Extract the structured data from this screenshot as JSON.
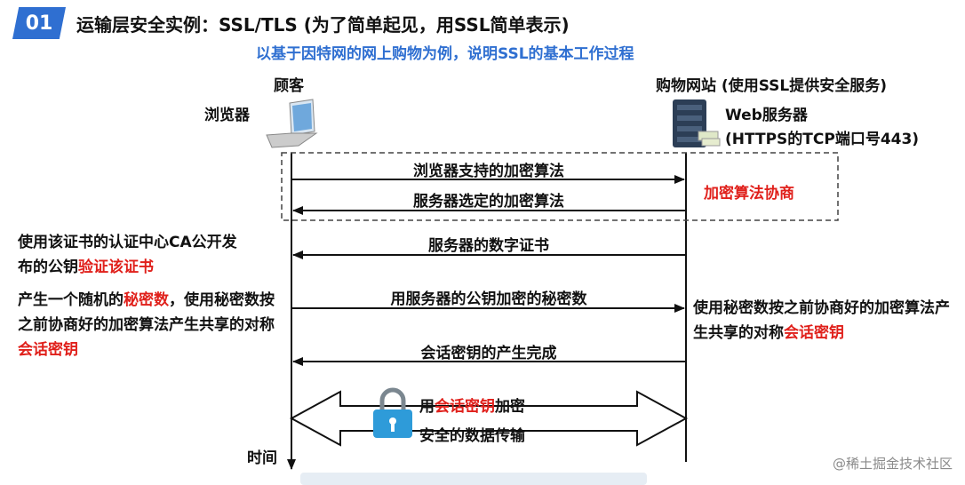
{
  "header": {
    "badge": "01",
    "title": "运输层安全实例：SSL/TLS (为了简单起见，用SSL简单表示)",
    "subtitle": "以基于因特网的网上购物为例，说明SSL的基本工作过程"
  },
  "actors": {
    "client": "顾客",
    "browser": "浏览器",
    "site": "购物网站 (使用SSL提供安全服务)",
    "server_line1": "Web服务器",
    "server_line2": "(HTTPS的TCP端口号443)"
  },
  "negotiation": "加密算法协商",
  "messages": [
    "浏览器支持的加密算法",
    "服务器选定的加密算法",
    "服务器的数字证书",
    "用服务器的公钥加密的秘密数",
    "会话密钥的产生完成"
  ],
  "left_notes": {
    "cert_pre": "使用该证书的认证中心CA公开发布的公钥",
    "cert_red": "验证该证书",
    "secret_pre": "产生一个随机的",
    "secret_red": "秘密数",
    "secret_mid": "，使用秘密数按之前协商好的加密算法产生共享的对称",
    "secret_red2": "会话密钥"
  },
  "right_note": {
    "pre": "使用秘密数按之前协商好的加密算法产生共享的对称",
    "red": "会话密钥"
  },
  "secure": {
    "pre": "用",
    "red": "会话密钥",
    "post": "加密",
    "line2": "安全的数据传输"
  },
  "time_label": "时间",
  "watermark": "@稀土掘金技术社区",
  "colors": {
    "accent_blue": "#2f6fd1",
    "highlight_red": "#e0201b"
  },
  "icons": [
    "laptop-icon",
    "server-icon",
    "lock-icon"
  ]
}
